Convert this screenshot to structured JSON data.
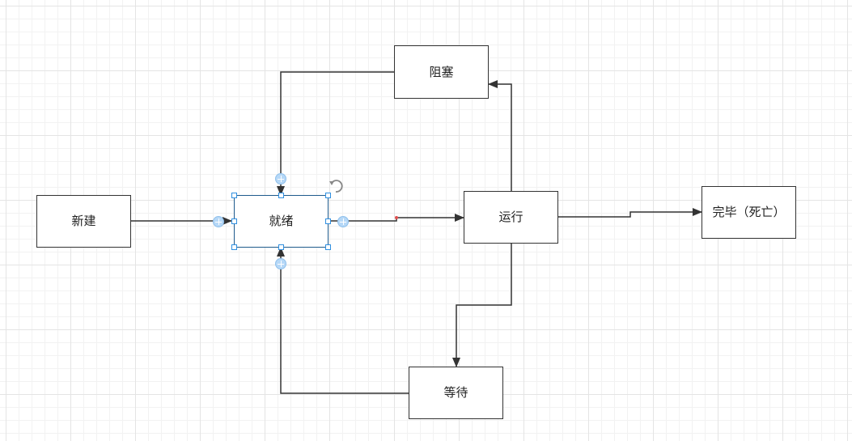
{
  "diagram": {
    "nodes": [
      {
        "id": "new",
        "label": "新建"
      },
      {
        "id": "ready",
        "label": "就绪",
        "selected": true
      },
      {
        "id": "blocked",
        "label": "阻塞"
      },
      {
        "id": "running",
        "label": "运行"
      },
      {
        "id": "waiting",
        "label": "等待"
      },
      {
        "id": "finished",
        "label": "完毕（死亡）"
      }
    ],
    "edges": [
      {
        "from": "new",
        "to": "ready"
      },
      {
        "from": "ready",
        "to": "running"
      },
      {
        "from": "running",
        "to": "blocked"
      },
      {
        "from": "blocked",
        "to": "ready"
      },
      {
        "from": "running",
        "to": "waiting"
      },
      {
        "from": "waiting",
        "to": "ready"
      },
      {
        "from": "running",
        "to": "finished"
      }
    ],
    "colors": {
      "line": "#333333",
      "selection": "#2f8fe0",
      "connector": "#b6d8f7",
      "edge_waypoint": "#e05050"
    }
  }
}
